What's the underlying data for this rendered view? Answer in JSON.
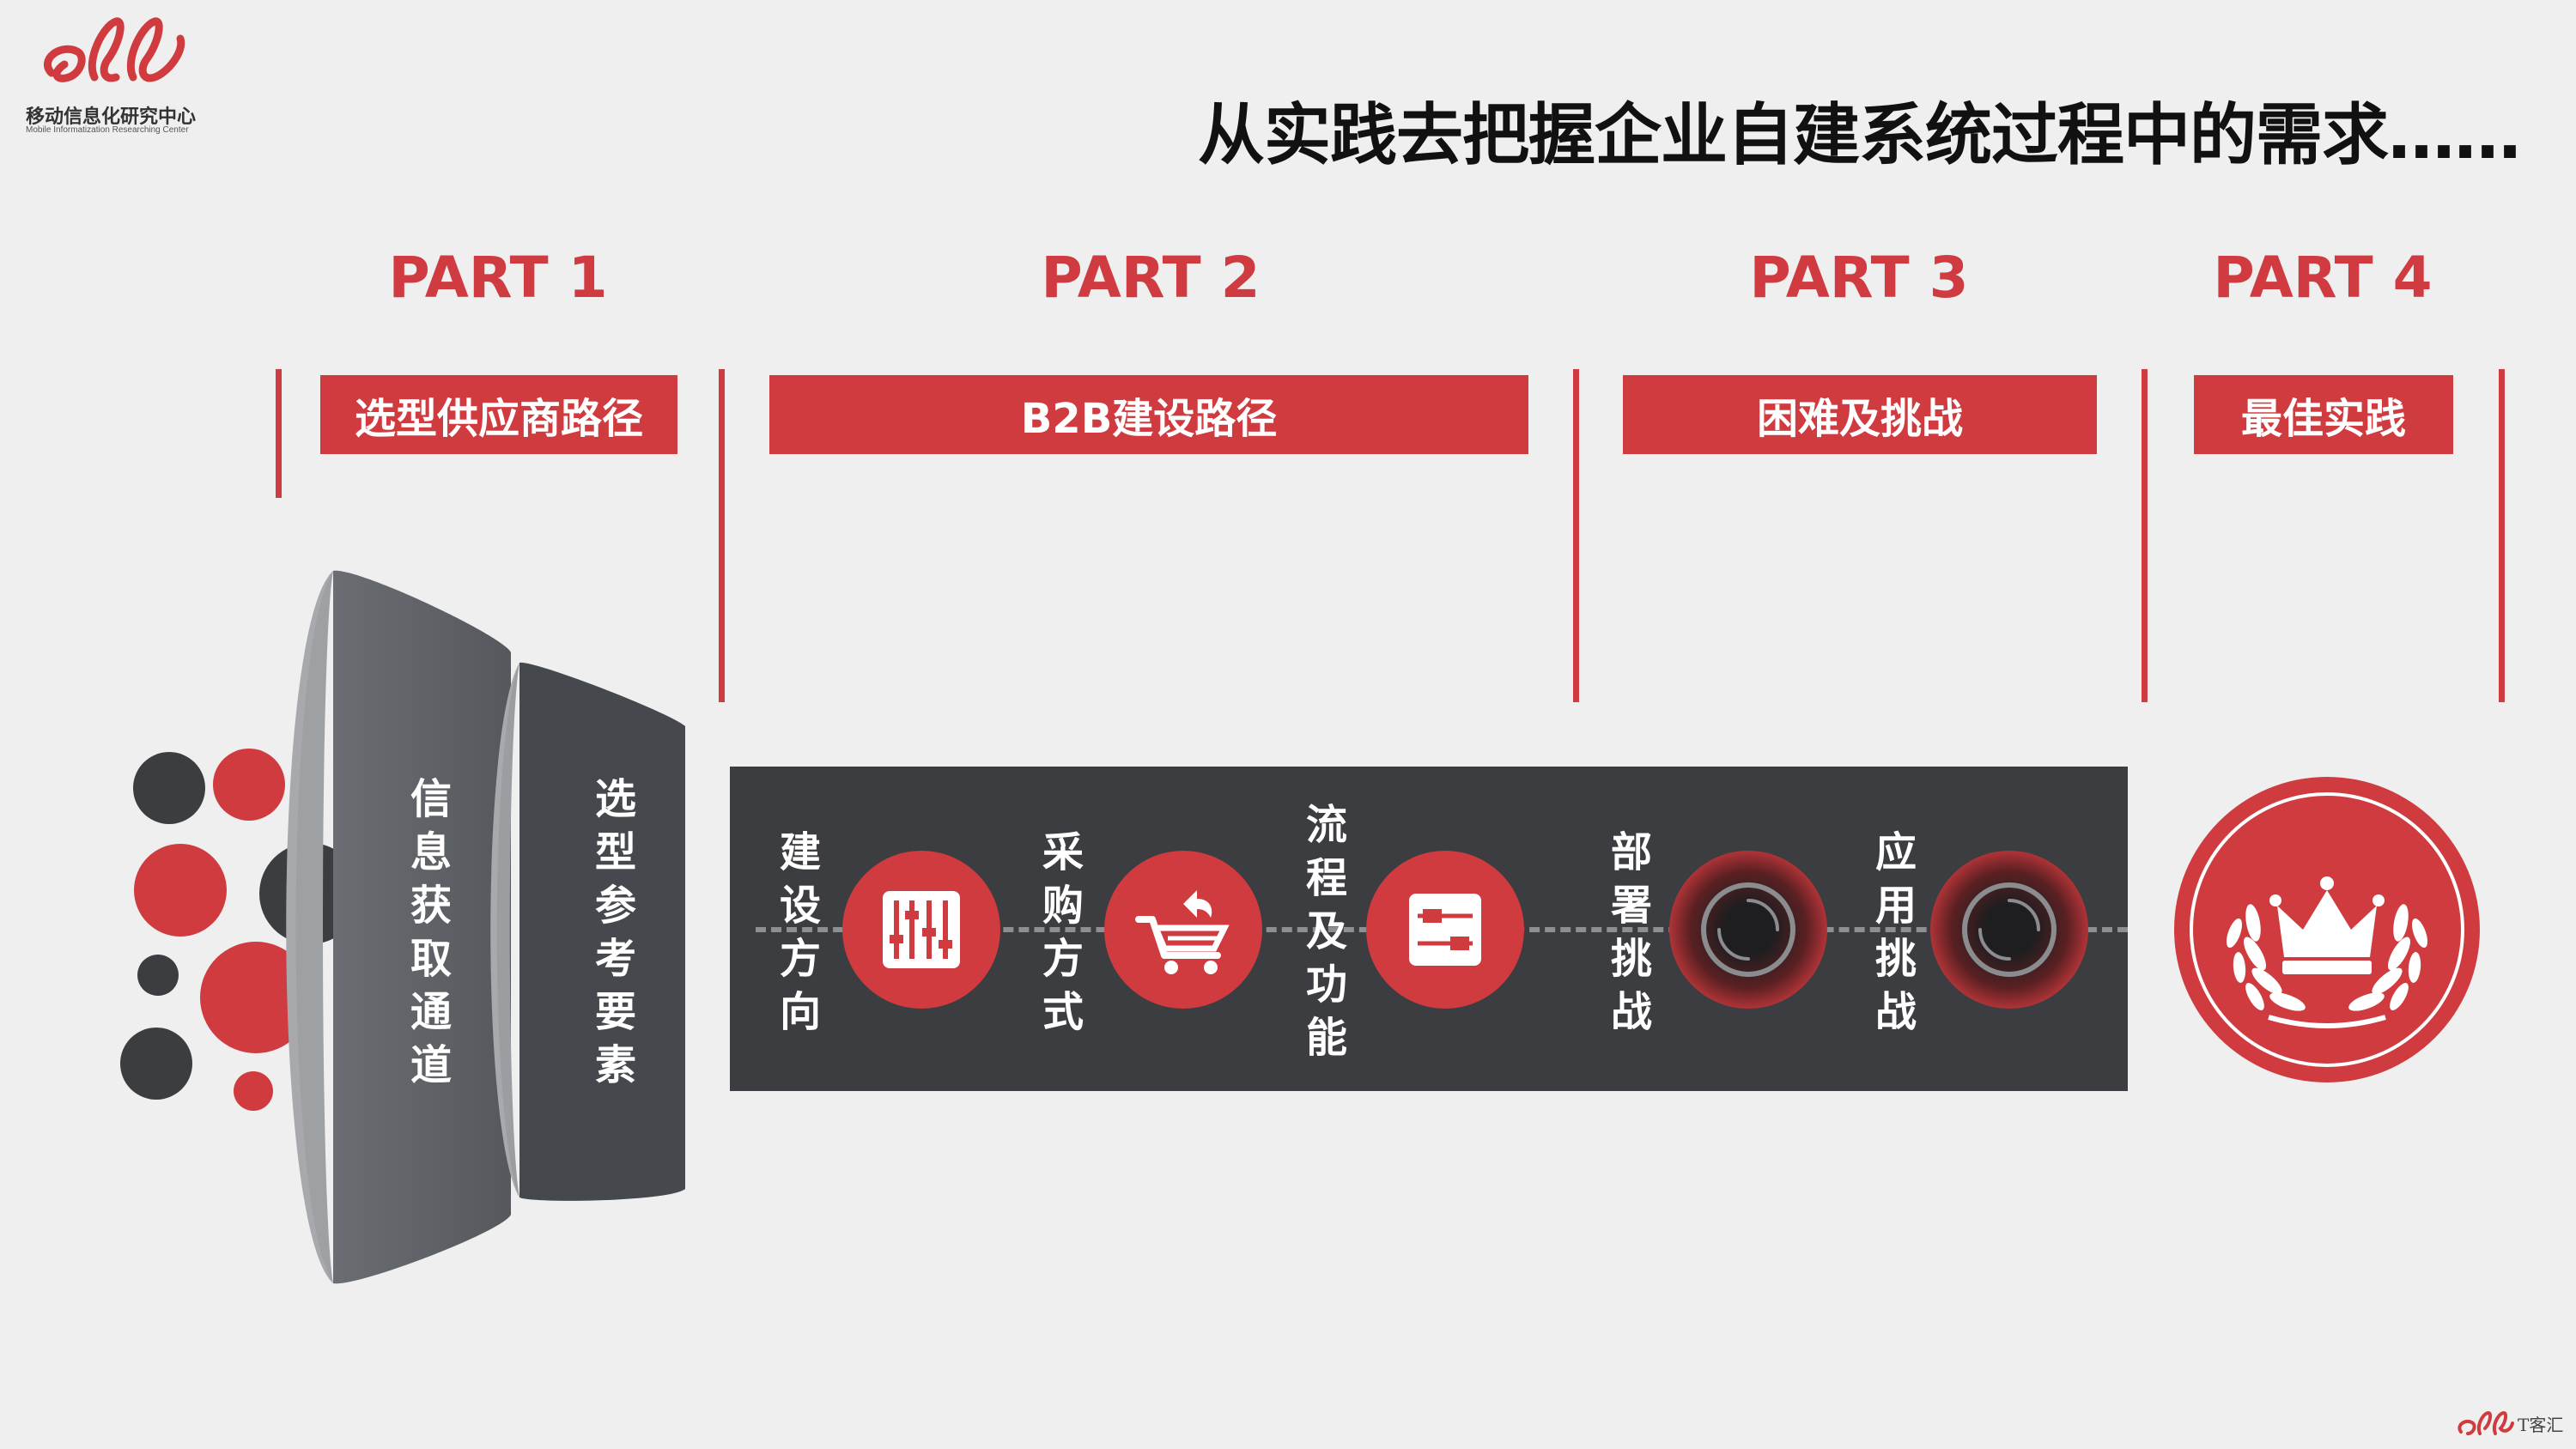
{
  "header": {
    "logo_name": "移动信息化研究中心",
    "logo_subtitle": "Mobile Informatization Researching Center",
    "title": "从实践去把握企业自建系统过程中的需求……"
  },
  "parts": [
    {
      "label": "PART 1",
      "bar": "选型供应商路径"
    },
    {
      "label": "PART 2",
      "bar": "B2B建设路径"
    },
    {
      "label": "PART 3",
      "bar": "困难及挑战"
    },
    {
      "label": "PART 4",
      "bar": "最佳实践"
    }
  ],
  "funnel": {
    "outer_text": [
      "信",
      "息",
      "获",
      "取",
      "通",
      "道"
    ],
    "inner_text": [
      "选",
      "型",
      "参",
      "考",
      "要",
      "素"
    ]
  },
  "steps": [
    {
      "text": [
        "建",
        "设",
        "方",
        "向"
      ],
      "icon": "sliders-icon"
    },
    {
      "text": [
        "采",
        "购",
        "方",
        "式"
      ],
      "icon": "cart-icon"
    },
    {
      "text": [
        "流",
        "程",
        "及",
        "功",
        "能"
      ],
      "icon": "toggle-panel-icon"
    },
    {
      "text": [
        "部",
        "署",
        "挑",
        "战"
      ],
      "icon": "vortex-icon"
    },
    {
      "text": [
        "应",
        "用",
        "挑",
        "战"
      ],
      "icon": "vortex-icon"
    }
  ],
  "badge_icon": "crown-laurel-icon",
  "footer": {
    "brand": "T客汇"
  },
  "colors": {
    "accent": "#d03b3f",
    "dark": "#3b3d40",
    "background": "#efefef"
  }
}
